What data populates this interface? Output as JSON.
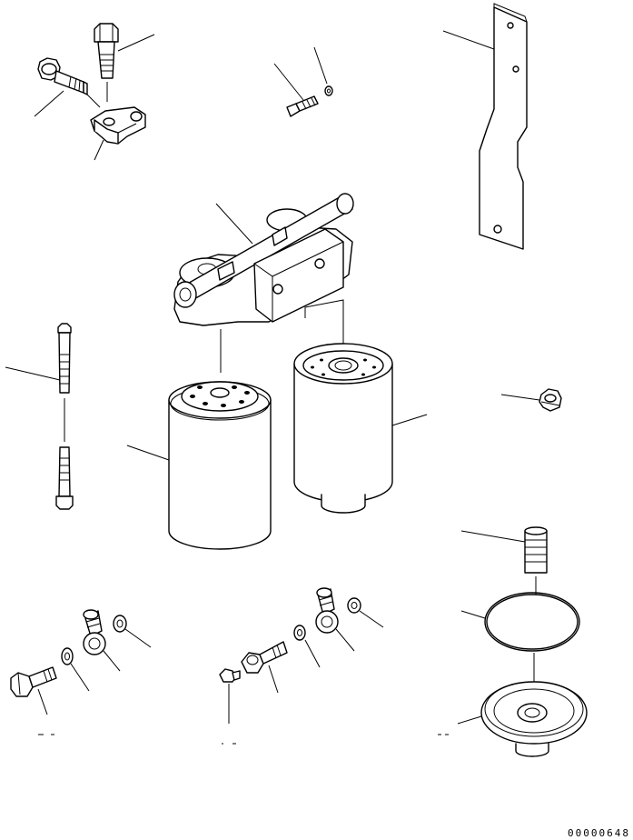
{
  "drawing": {
    "reference_code": "00000648",
    "parts": [
      {
        "id": "bolt-flanged",
        "icon": "flange-bolt-icon"
      },
      {
        "id": "bolt-top-left",
        "icon": "hex-bolt-icon"
      },
      {
        "id": "bracket-small",
        "icon": "bracket-icon"
      },
      {
        "id": "bolt-small",
        "icon": "hex-bolt-icon"
      },
      {
        "id": "washer-small",
        "icon": "washer-icon"
      },
      {
        "id": "mounting-strap",
        "icon": "strap-icon"
      },
      {
        "id": "filter-head",
        "icon": "filter-head-icon"
      },
      {
        "id": "stud-bolt",
        "icon": "stud-icon"
      },
      {
        "id": "filter-cartridge-left",
        "icon": "filter-cartridge-icon"
      },
      {
        "id": "filter-cartridge-right",
        "icon": "filter-cartridge-icon"
      },
      {
        "id": "nut",
        "icon": "hex-nut-icon"
      },
      {
        "id": "plug",
        "icon": "plug-icon"
      },
      {
        "id": "o-ring",
        "icon": "o-ring-icon"
      },
      {
        "id": "bowl",
        "icon": "bowl-icon"
      },
      {
        "id": "eye-bolt-left",
        "icon": "eye-joint-bolt-icon"
      },
      {
        "id": "eye-joint-left",
        "icon": "eye-joint-icon"
      },
      {
        "id": "gasket-left-a",
        "icon": "washer-icon"
      },
      {
        "id": "gasket-left-b",
        "icon": "washer-icon"
      },
      {
        "id": "eye-bolt-right",
        "icon": "eye-joint-bolt-icon"
      },
      {
        "id": "eye-joint-right",
        "icon": "eye-joint-icon"
      },
      {
        "id": "gasket-right-a",
        "icon": "washer-icon"
      },
      {
        "id": "gasket-right-b",
        "icon": "washer-icon"
      },
      {
        "id": "small-bolt-right",
        "icon": "hex-bolt-icon"
      }
    ]
  }
}
